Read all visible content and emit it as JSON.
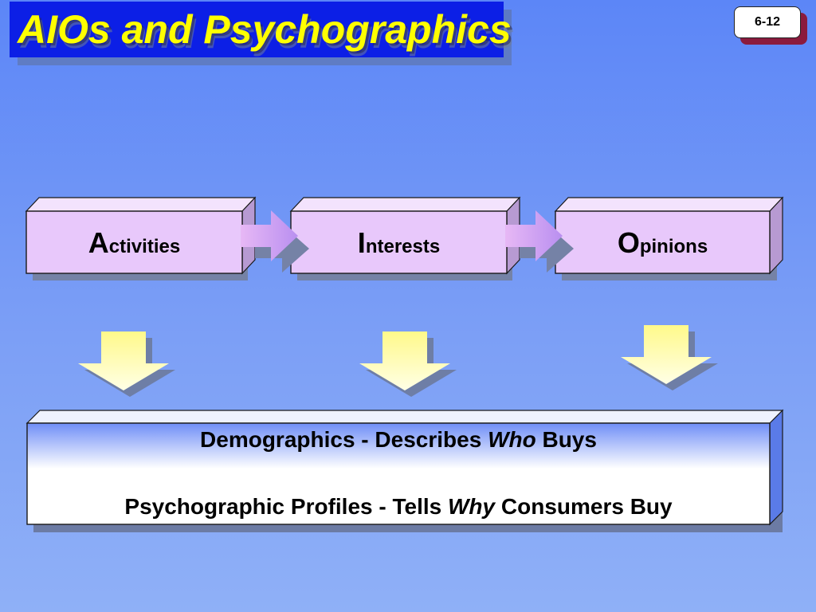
{
  "slide": {
    "title": "AIOs and Psychographics",
    "page_number": "6-12"
  },
  "boxes": [
    {
      "initial": "A",
      "rest": "ctivities"
    },
    {
      "initial": "I",
      "rest": "nterests"
    },
    {
      "initial": "O",
      "rest": "pinions"
    }
  ],
  "bottom": {
    "line1_prefix": "Demographics - Describes ",
    "line1_emphasis": "Who",
    "line1_suffix": " Buys",
    "line2_prefix": "Psychographic Profiles - Tells ",
    "line2_emphasis": "Why",
    "line2_suffix": " Consumers Buy"
  },
  "colors": {
    "box_face": "#e8c8fb",
    "arrow_right": "#c9a0f0",
    "arrow_down": "#ffffa0",
    "title_bg": "#0c1fe6",
    "title_text": "#ffff00"
  },
  "icons": [
    "right-arrow-icon",
    "down-arrow-icon"
  ]
}
